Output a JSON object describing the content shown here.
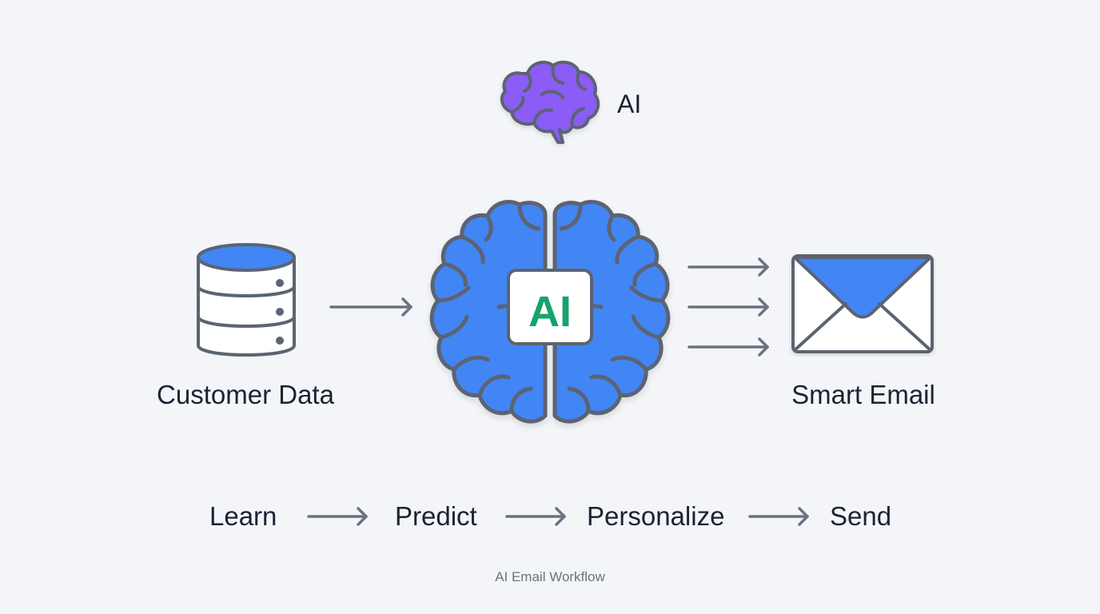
{
  "header": {
    "label": "AI",
    "icon": "brain-icon"
  },
  "source": {
    "label": "Customer Data",
    "icon": "database-icon"
  },
  "processor": {
    "badge": "AI",
    "icon": "brain-icon"
  },
  "output": {
    "label": "Smart Email",
    "icon": "envelope-icon"
  },
  "workflow": {
    "steps": [
      "Learn",
      "Predict",
      "Personalize",
      "Send"
    ]
  },
  "caption": "AI Email Workflow",
  "colors": {
    "brain_blue": "#4285f4",
    "brain_purple": "#8b5cf6",
    "badge_green": "#16a36a",
    "outline": "#5b6472",
    "arrow": "#6b7280",
    "background": "#f3f5f8"
  }
}
